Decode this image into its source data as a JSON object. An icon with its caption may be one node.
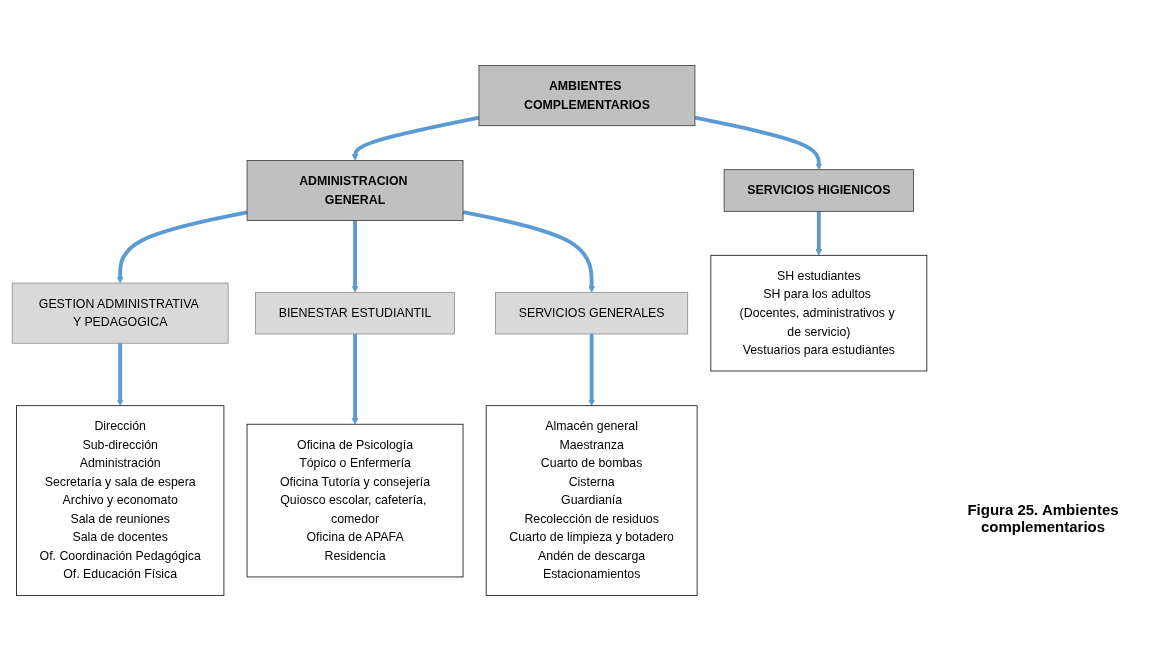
{
  "diagram": {
    "caption": "Figura 25. Ambientes complementarios",
    "nodes": [
      {
        "text": [
          "AMBIENTES COMPLEMENTARIOS"
        ]
      },
      {
        "text": [
          "ADMINISTRACION GENERAL"
        ]
      },
      {
        "text": [
          "SERVICIOS HIGIENICOS"
        ]
      },
      {
        "text": [
          "GESTION ADMINISTRATIVA Y PEDAGOGICA"
        ]
      },
      {
        "text": [
          "BIENESTAR ESTUDIANTIL"
        ]
      },
      {
        "text": [
          "SERVICIOS GENERALES"
        ]
      },
      {
        "text": [
          "Dirección",
          "Sub-dirección",
          "Administración",
          "Secretaría y sala de espera",
          "Archivo y economato",
          "Sala de reuniones",
          "Sala de docentes",
          "Of. Coordinación Pedagógica",
          "Of. Educación Física"
        ]
      },
      {
        "text": [
          "Oficina de Psicología",
          "Tópico o Enfermería",
          "Oficina Tutoría y consejería",
          "Quiosco escolar, cafetería, comedor",
          "Oficina de APAFA",
          "Residencia"
        ]
      },
      {
        "text": [
          "Almacén general",
          "Maestranza",
          "Cuarto de bombas",
          "Cisterna",
          "Guardianía",
          "Recolección de residuos",
          "Cuarto de limpieza y botadero",
          "Andén de descarga",
          "Estacionamientos"
        ]
      },
      {
        "text": [
          "SH estudiantes",
          "SH para los adultos (Docentes, administrativos y de servicio)",
          "Vestuarios para estudiantes"
        ]
      }
    ],
    "edges": [
      {
        "from": 0,
        "to": 1,
        "arrow": "to"
      },
      {
        "from": 0,
        "to": 2,
        "arrow": "to"
      },
      {
        "from": 1,
        "to": 3,
        "arrow": "to"
      },
      {
        "from": 1,
        "to": 4,
        "arrow": "to"
      },
      {
        "from": 1,
        "to": 5,
        "arrow": "to"
      },
      {
        "from": 3,
        "to": 6,
        "arrow": "to"
      },
      {
        "from": 4,
        "to": 7,
        "arrow": "to"
      },
      {
        "from": 5,
        "to": 8,
        "arrow": "to"
      },
      {
        "from": 2,
        "to": 9,
        "arrow": "to"
      }
    ]
  }
}
